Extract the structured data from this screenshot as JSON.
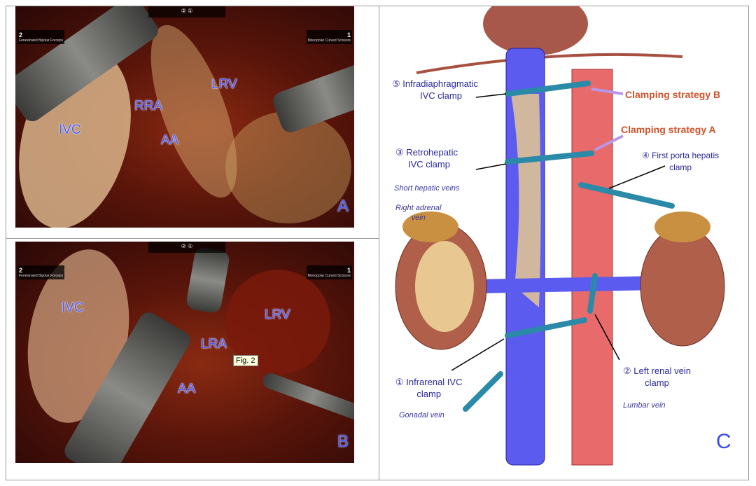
{
  "panel_a": {
    "letter": "A",
    "labels": {
      "ivc": "IVC",
      "rra": "RRA",
      "aa": "AA",
      "lrv": "LRV"
    },
    "hud_left": {
      "arm": "2",
      "tool": "Fenestrated Bipolar Forceps"
    },
    "hud_right": {
      "arm": "1",
      "tool": "Monopolar Curved Scissors"
    },
    "top_icons": "② ①"
  },
  "panel_b": {
    "letter": "B",
    "labels": {
      "ivc": "IVC",
      "lra": "LRA",
      "lrv": "LRV",
      "aa": "AA"
    },
    "tooltip": "Fig. 2",
    "hud_left": {
      "arm": "2",
      "tool": "Fenestrated Bipolar Forceps"
    },
    "hud_right": {
      "arm": "1",
      "tool": "Monopolar Curved Scissors"
    },
    "top_icons": "② ①"
  },
  "panel_c": {
    "letter": "C",
    "labels": {
      "clamp5": "⑤ Infradiaphragmatic",
      "clamp5b": "IVC clamp",
      "clamp3": "③ Retrohepatic",
      "clamp3b": "IVC clamp",
      "short_hepatic": "Short hepatic veins",
      "right_adrenal": "Right adrenal",
      "right_adrenal_b": "vein",
      "strategy_b": "Clamping strategy B",
      "strategy_a": "Clamping strategy A",
      "clamp4": "④ First porta hepatis",
      "clamp4b": "clamp",
      "clamp1": "① Infrarenal IVC",
      "clamp1b": "clamp",
      "gonadal": "Gonadal vein",
      "clamp2": "② Left renal vein",
      "clamp2b": "clamp",
      "lumbar": "Lumbar vein"
    }
  },
  "colors": {
    "label_blue": "#4a5cff",
    "ivc": "#5b5bf0",
    "aorta": "#e86a6a",
    "strategy": "#d0522a"
  }
}
